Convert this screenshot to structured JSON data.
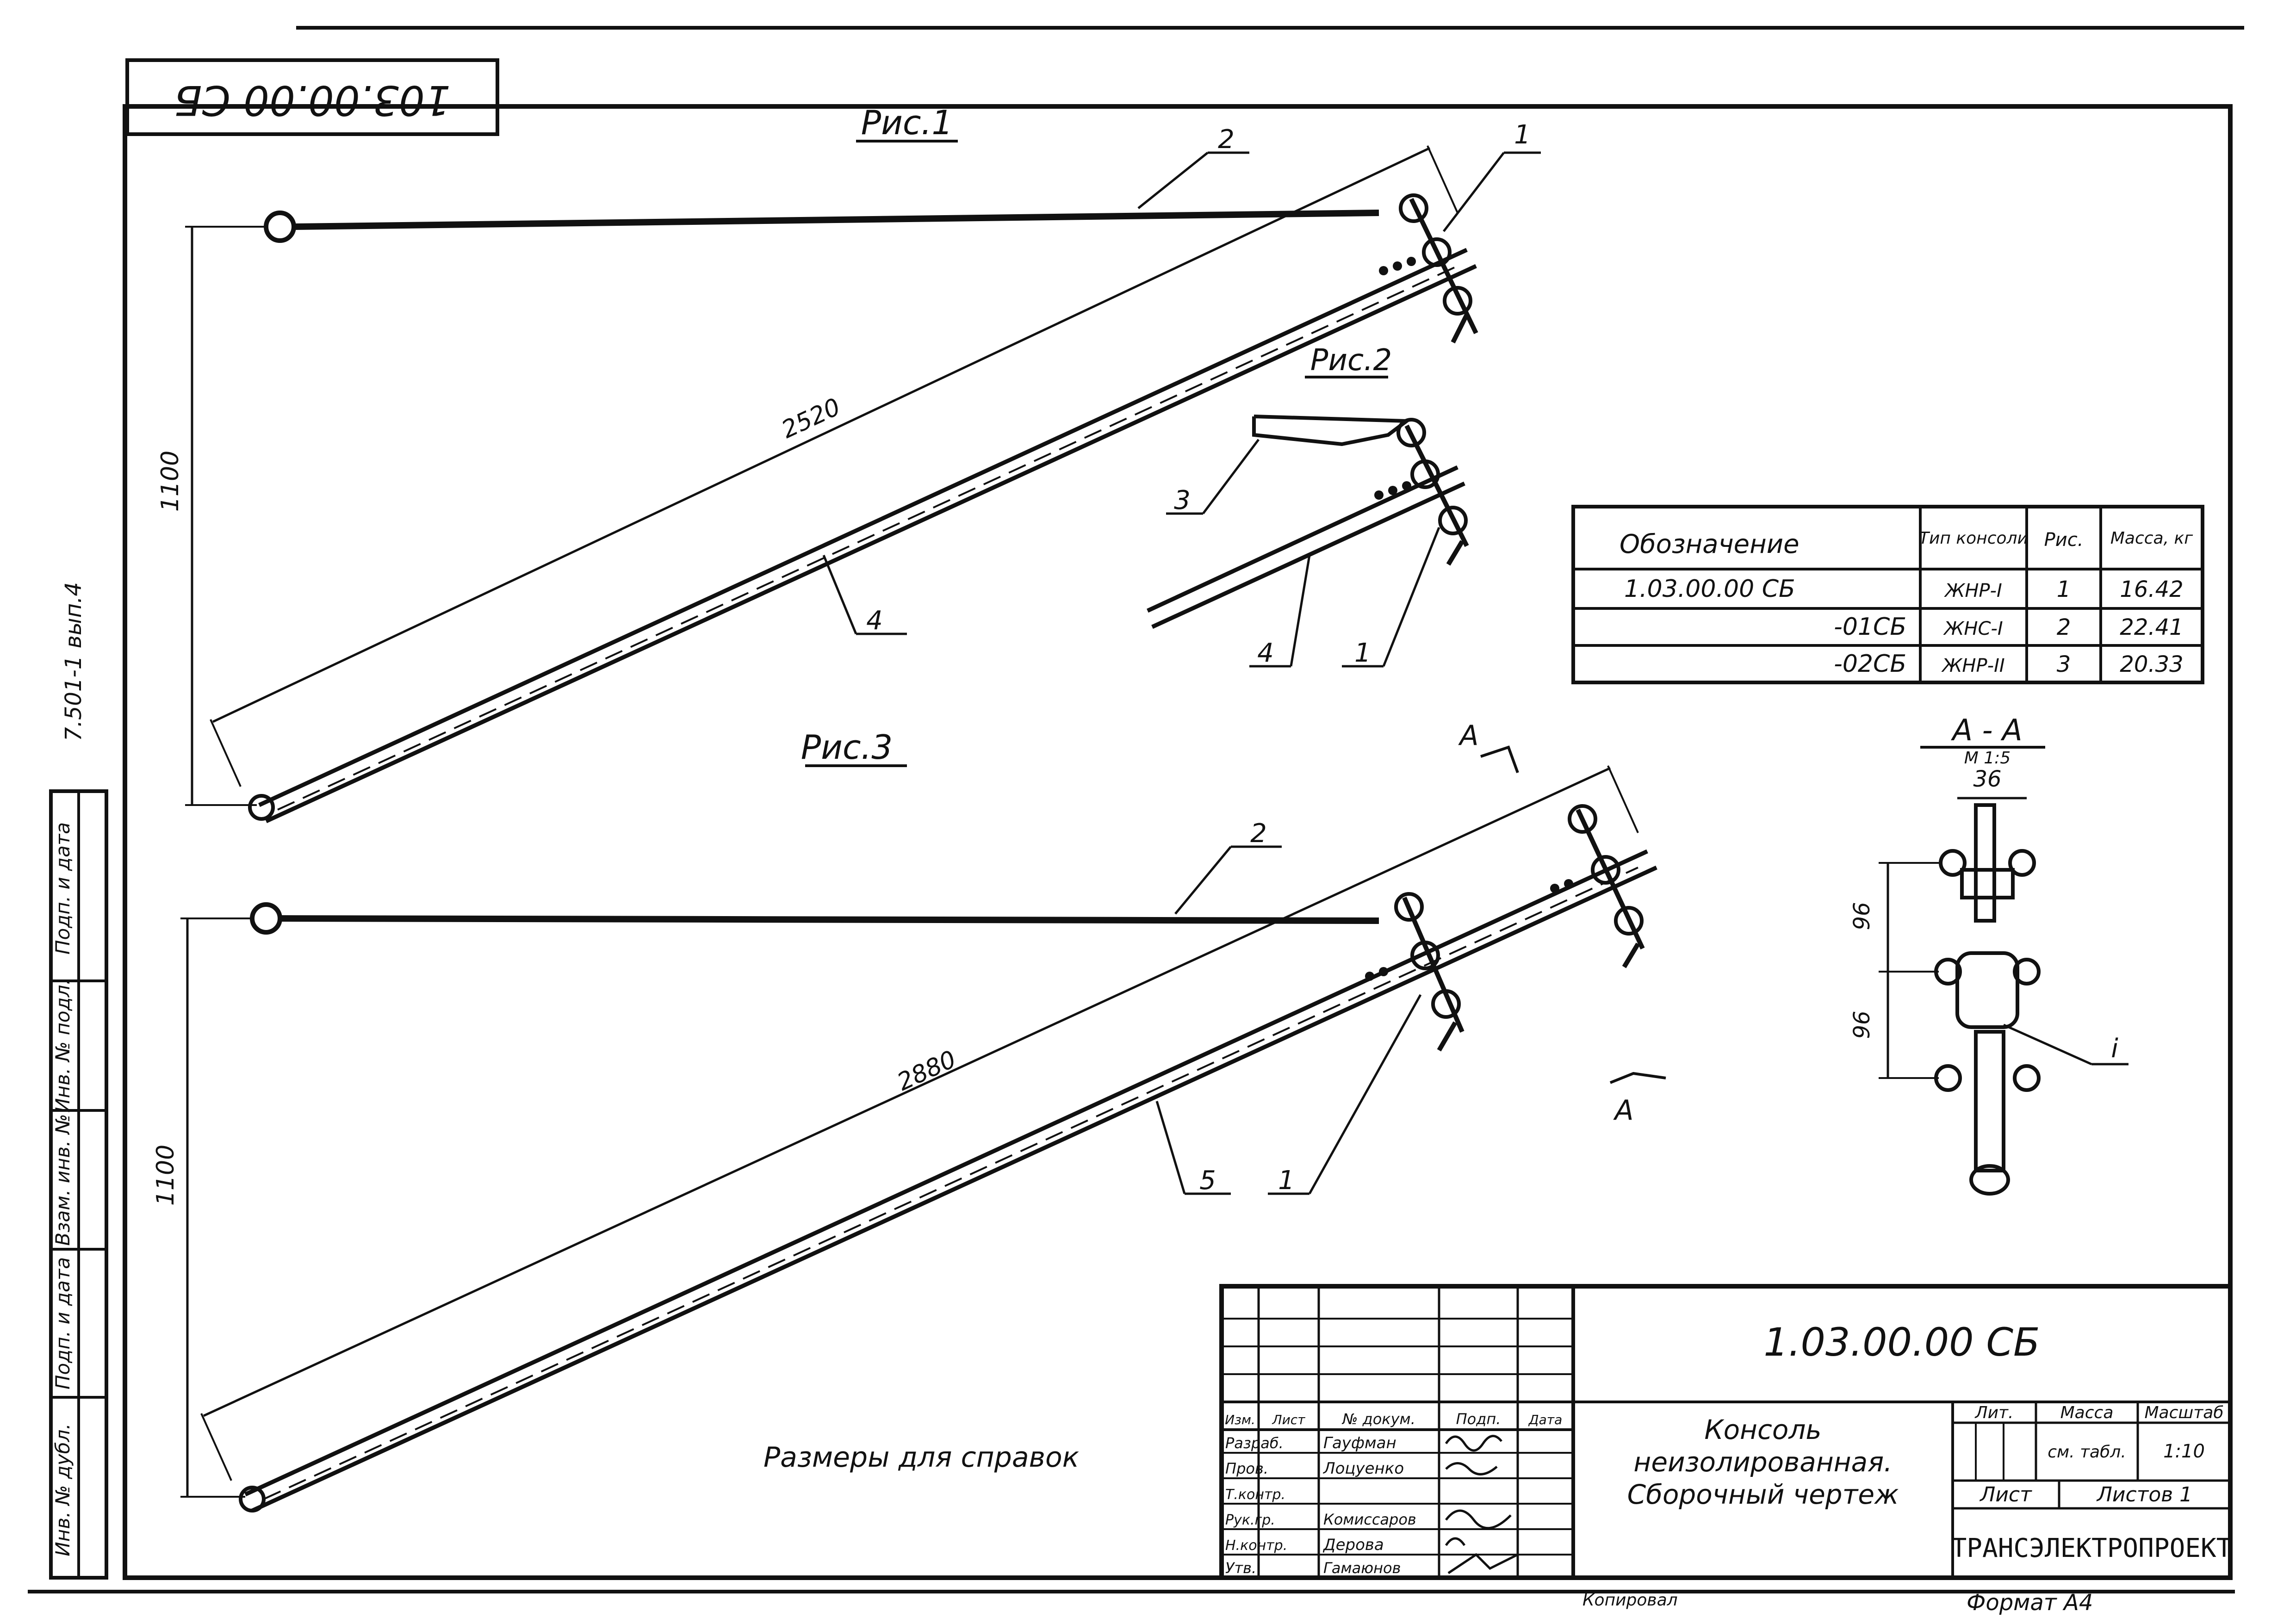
{
  "stamp_code": "103.00.00 СБ",
  "sheet_code": "1.03.00.00 СБ",
  "figures": {
    "fig1": "Рис.1",
    "fig2": "Рис.2",
    "fig3": "Рис.3"
  },
  "dimensions": {
    "fig1_height": "1100",
    "fig1_length": "2520",
    "fig3_height": "1100",
    "fig3_length": "2880"
  },
  "callouts": [
    "1",
    "2",
    "3",
    "4",
    "5",
    "i"
  ],
  "section": {
    "label": "А - А",
    "scale": "М 1:5",
    "width": "36",
    "spacing_top": "96",
    "spacing_bottom": "96",
    "marker": "А"
  },
  "note": "Размеры для справок",
  "left_margin_text": "7.501-1 вып.4",
  "left_strip_labels": [
    "Подп. и дата",
    "Инв. № подл.",
    "Взам. инв. №",
    "Подп. и дата",
    "Инв. № дубл."
  ],
  "spec_table": {
    "headers": [
      "Обозначение",
      "Тип консоли",
      "Рис.",
      "Масса, кг"
    ],
    "rows": [
      [
        "1.03.00.00 СБ",
        "ЖНР-I",
        "1",
        "16.42"
      ],
      [
        "-01СБ",
        "ЖНС-I",
        "2",
        "22.41"
      ],
      [
        "-02СБ",
        "ЖНР-II",
        "3",
        "20.33"
      ]
    ]
  },
  "title_block": {
    "designation": "1.03.00.00 СБ",
    "title_lines": [
      "Консоль",
      "неизолированная.",
      "Сборочный чертеж"
    ],
    "col_headers": [
      "Изм.",
      "Лист",
      "№ докум.",
      "Подп.",
      "Дата"
    ],
    "roles": [
      {
        "role": "Разраб.",
        "name": "Гауфман"
      },
      {
        "role": "Пров.",
        "name": "Лоцуенко"
      },
      {
        "role": "Т.контр.",
        "name": ""
      },
      {
        "role": "Рук.гр.",
        "name": "Комиссаров"
      },
      {
        "role": "Н.контр.",
        "name": "Дерова"
      },
      {
        "role": "Утв.",
        "name": "Гамаюнов"
      }
    ],
    "lit_label": "Лит.",
    "mass_label": "Масса",
    "scale_label": "Масштаб",
    "mass_value": "см. табл.",
    "scale_value": "1:10",
    "sheet_label": "Лист",
    "sheets_label": "Листов 1",
    "organization": "ТРАНСЭЛЕКТРОПРОЕКТ"
  },
  "footer_copied": "Копировал",
  "footer_format": "Формат А4"
}
